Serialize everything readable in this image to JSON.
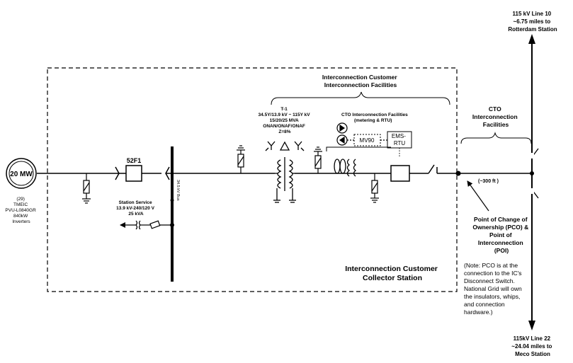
{
  "line_north": {
    "lines": [
      "115 kV Line 10",
      "~6.75 miles to",
      "Rotterdam Station"
    ]
  },
  "line_south": {
    "lines": [
      "115kV Line 22",
      "~24.04 miles to",
      "Meco Station"
    ]
  },
  "generator": {
    "rating": "20 MW",
    "lines": [
      "(29)",
      "TMEIC",
      "PVU-L0840GR",
      "840kW",
      "Inverters"
    ]
  },
  "breaker": {
    "label": "52F1"
  },
  "bus": {
    "label": "34.5 kV Bus"
  },
  "station_service": {
    "lines": [
      "Station Service",
      "13.9 kV-240/120 V",
      "25 kVA"
    ]
  },
  "ic_facilities": {
    "lines": [
      "Interconnection Customer",
      "Interconnection  Facilities"
    ]
  },
  "transformer": {
    "lines": [
      "T-1",
      "34.5Y/13.9 kV ~ 115Y kV",
      "15/20/25 MVA",
      "ONAN/ONAF/ONAF",
      "Z=8%"
    ]
  },
  "cto_ic": {
    "lines": [
      "CTO  Interconnection Facilities",
      "(metering & RTU)"
    ]
  },
  "meter": {
    "label": "MV90"
  },
  "rtu": {
    "lines": [
      "EMS-",
      "RTU"
    ]
  },
  "cto_facilities": {
    "lines": [
      "CTO",
      "Interconnection",
      "Facilities"
    ]
  },
  "distance": {
    "label": "(~300 ft )"
  },
  "pco": {
    "lines": [
      "Point of Change of",
      "Ownership (PCO) &",
      "Point of",
      "Interconnection",
      "(POI)"
    ]
  },
  "note": {
    "lines": [
      "(Note: PCO is at the",
      "connection to the IC's",
      "Disconnect Switch.",
      "National Grid will own",
      "the insulators, whips,",
      "and connection",
      "hardware.)"
    ]
  },
  "collector": {
    "lines": [
      "Interconnection Customer",
      "Collector Station"
    ]
  },
  "colors": {
    "line": "#000000",
    "background": "#ffffff"
  }
}
